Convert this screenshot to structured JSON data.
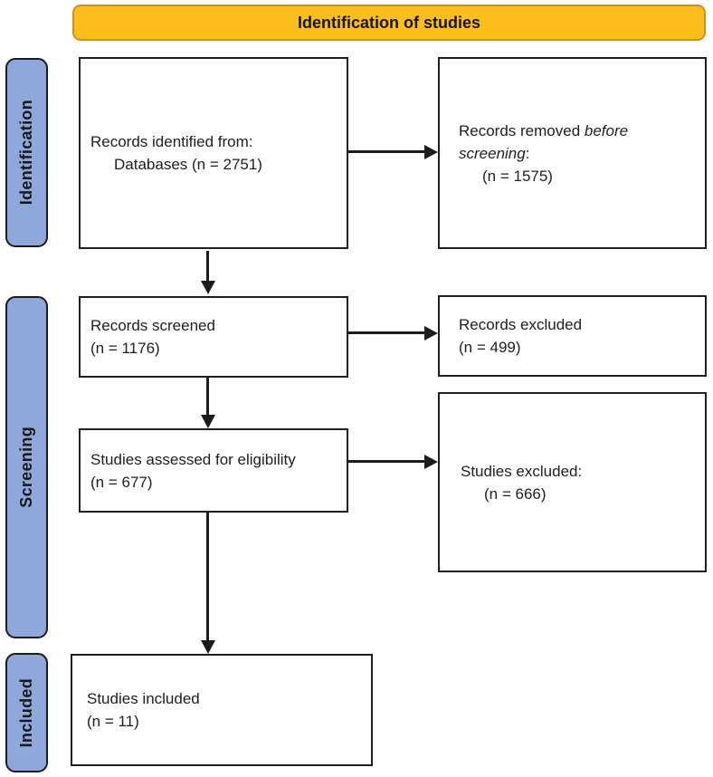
{
  "title": "Identification of studies",
  "stages": {
    "identification": "Identification",
    "screening": "Screening",
    "included": "Included"
  },
  "boxes": {
    "records_identified": {
      "line1": "Records identified from:",
      "line2": "Databases (n = 2751)"
    },
    "records_removed": {
      "line1_pre": "Records removed ",
      "line1_italic": "before screening",
      "line1_post": ":",
      "line2": "(n = 1575)"
    },
    "records_screened": {
      "line1": "Records screened",
      "line2": "(n = 1176)"
    },
    "records_excluded": {
      "line1": "Records excluded",
      "line2": "(n = 499)"
    },
    "studies_assessed": {
      "line1": "Studies assessed for eligibility",
      "line2": "(n = 677)"
    },
    "studies_excluded": {
      "line1": "Studies excluded:",
      "line2": "(n = 666)"
    },
    "studies_included": {
      "line1": "Studies included",
      "line2": "(n = 11)"
    }
  },
  "colors": {
    "banner_bg": "#FBBE1A",
    "banner_border": "#CD9117",
    "stage_bg": "#8FA8DC",
    "stage_border": "#1B1B1B",
    "box_bg": "#FFFFFF",
    "box_border": "#1F1F1F",
    "arrow": "#1C1C1C",
    "text": "#202020"
  }
}
